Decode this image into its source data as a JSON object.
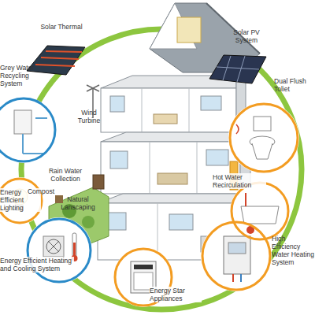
{
  "diagram": {
    "nodes": [
      {
        "text": [
          "Solar Thermal"
        ]
      },
      {
        "text": [
          "Solar PV System"
        ]
      },
      {
        "text": [
          "Grey Water Recycling System"
        ]
      },
      {
        "text": [
          "Dual Flush Toliet"
        ]
      },
      {
        "text": [
          "Energy Efficient Lighting"
        ]
      },
      {
        "text": [
          "Hot Water Recirculation"
        ]
      },
      {
        "text": [
          "Energy Efficient Heating and Cooling System"
        ]
      },
      {
        "text": [
          "Energy Star Appliances"
        ]
      },
      {
        "text": [
          "High Efficiency Water Heating System"
        ]
      }
    ],
    "labels": [
      "Wind Turbine",
      "Rain Water Collection",
      "Compost",
      "Natural Lanscaping"
    ]
  }
}
